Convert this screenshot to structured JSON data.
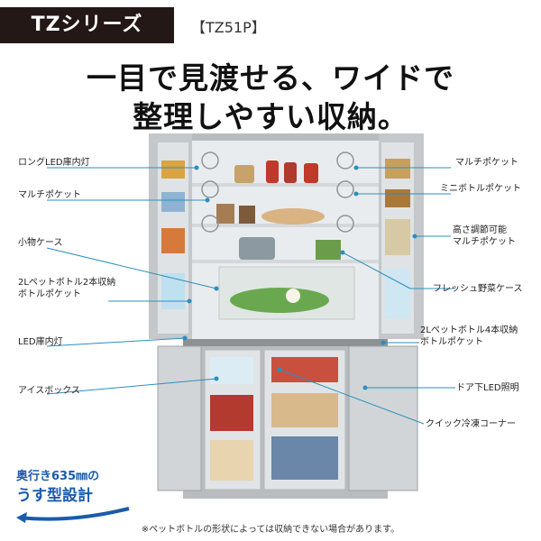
{
  "header": {
    "series": "TZシリーズ",
    "model": "【TZ51P】"
  },
  "headline": {
    "line1": "一目で見渡せる、ワイドで",
    "line2": "整理しやすい収納。"
  },
  "labels_left": [
    {
      "id": "long-led",
      "text": "ロングLED庫内灯"
    },
    {
      "id": "multi-pocket-left",
      "text": "マルチポケット"
    },
    {
      "id": "small-case",
      "text": "小物ケース"
    },
    {
      "id": "bottle-pocket-2l",
      "line1": "2Lペットボトル2本収納",
      "line2": "ボトルポケット"
    },
    {
      "id": "led-light",
      "text": "LED庫内灯"
    },
    {
      "id": "ice-box",
      "text": "アイスボックス"
    }
  ],
  "labels_right": [
    {
      "id": "multi-pocket-right",
      "text": "マルチポケット"
    },
    {
      "id": "mini-bottle",
      "text": "ミニボトルポケット"
    },
    {
      "id": "adjustable",
      "line1": "高さ調節可能",
      "line2": "マルチポケット"
    },
    {
      "id": "fresh-veg",
      "text": "フレッシュ野菜ケース"
    },
    {
      "id": "bottle-pocket-4",
      "line1": "2Lペットボトル4本収納",
      "line2": "ボトルポケット"
    },
    {
      "id": "door-led",
      "text": "ドア下LED照明"
    },
    {
      "id": "quick-freeze",
      "text": "クイック冷凍コーナー"
    }
  ],
  "slim_badge": {
    "line1": "奥行き635㎜の",
    "line2": "うす型設計"
  },
  "footnote": "※ペットボトルの形状によっては収納できない場合があります。",
  "colors": {
    "badge_bg": "#231815",
    "accent_blue": "#1a5bab",
    "fridge_frame": "#a9adb0"
  }
}
